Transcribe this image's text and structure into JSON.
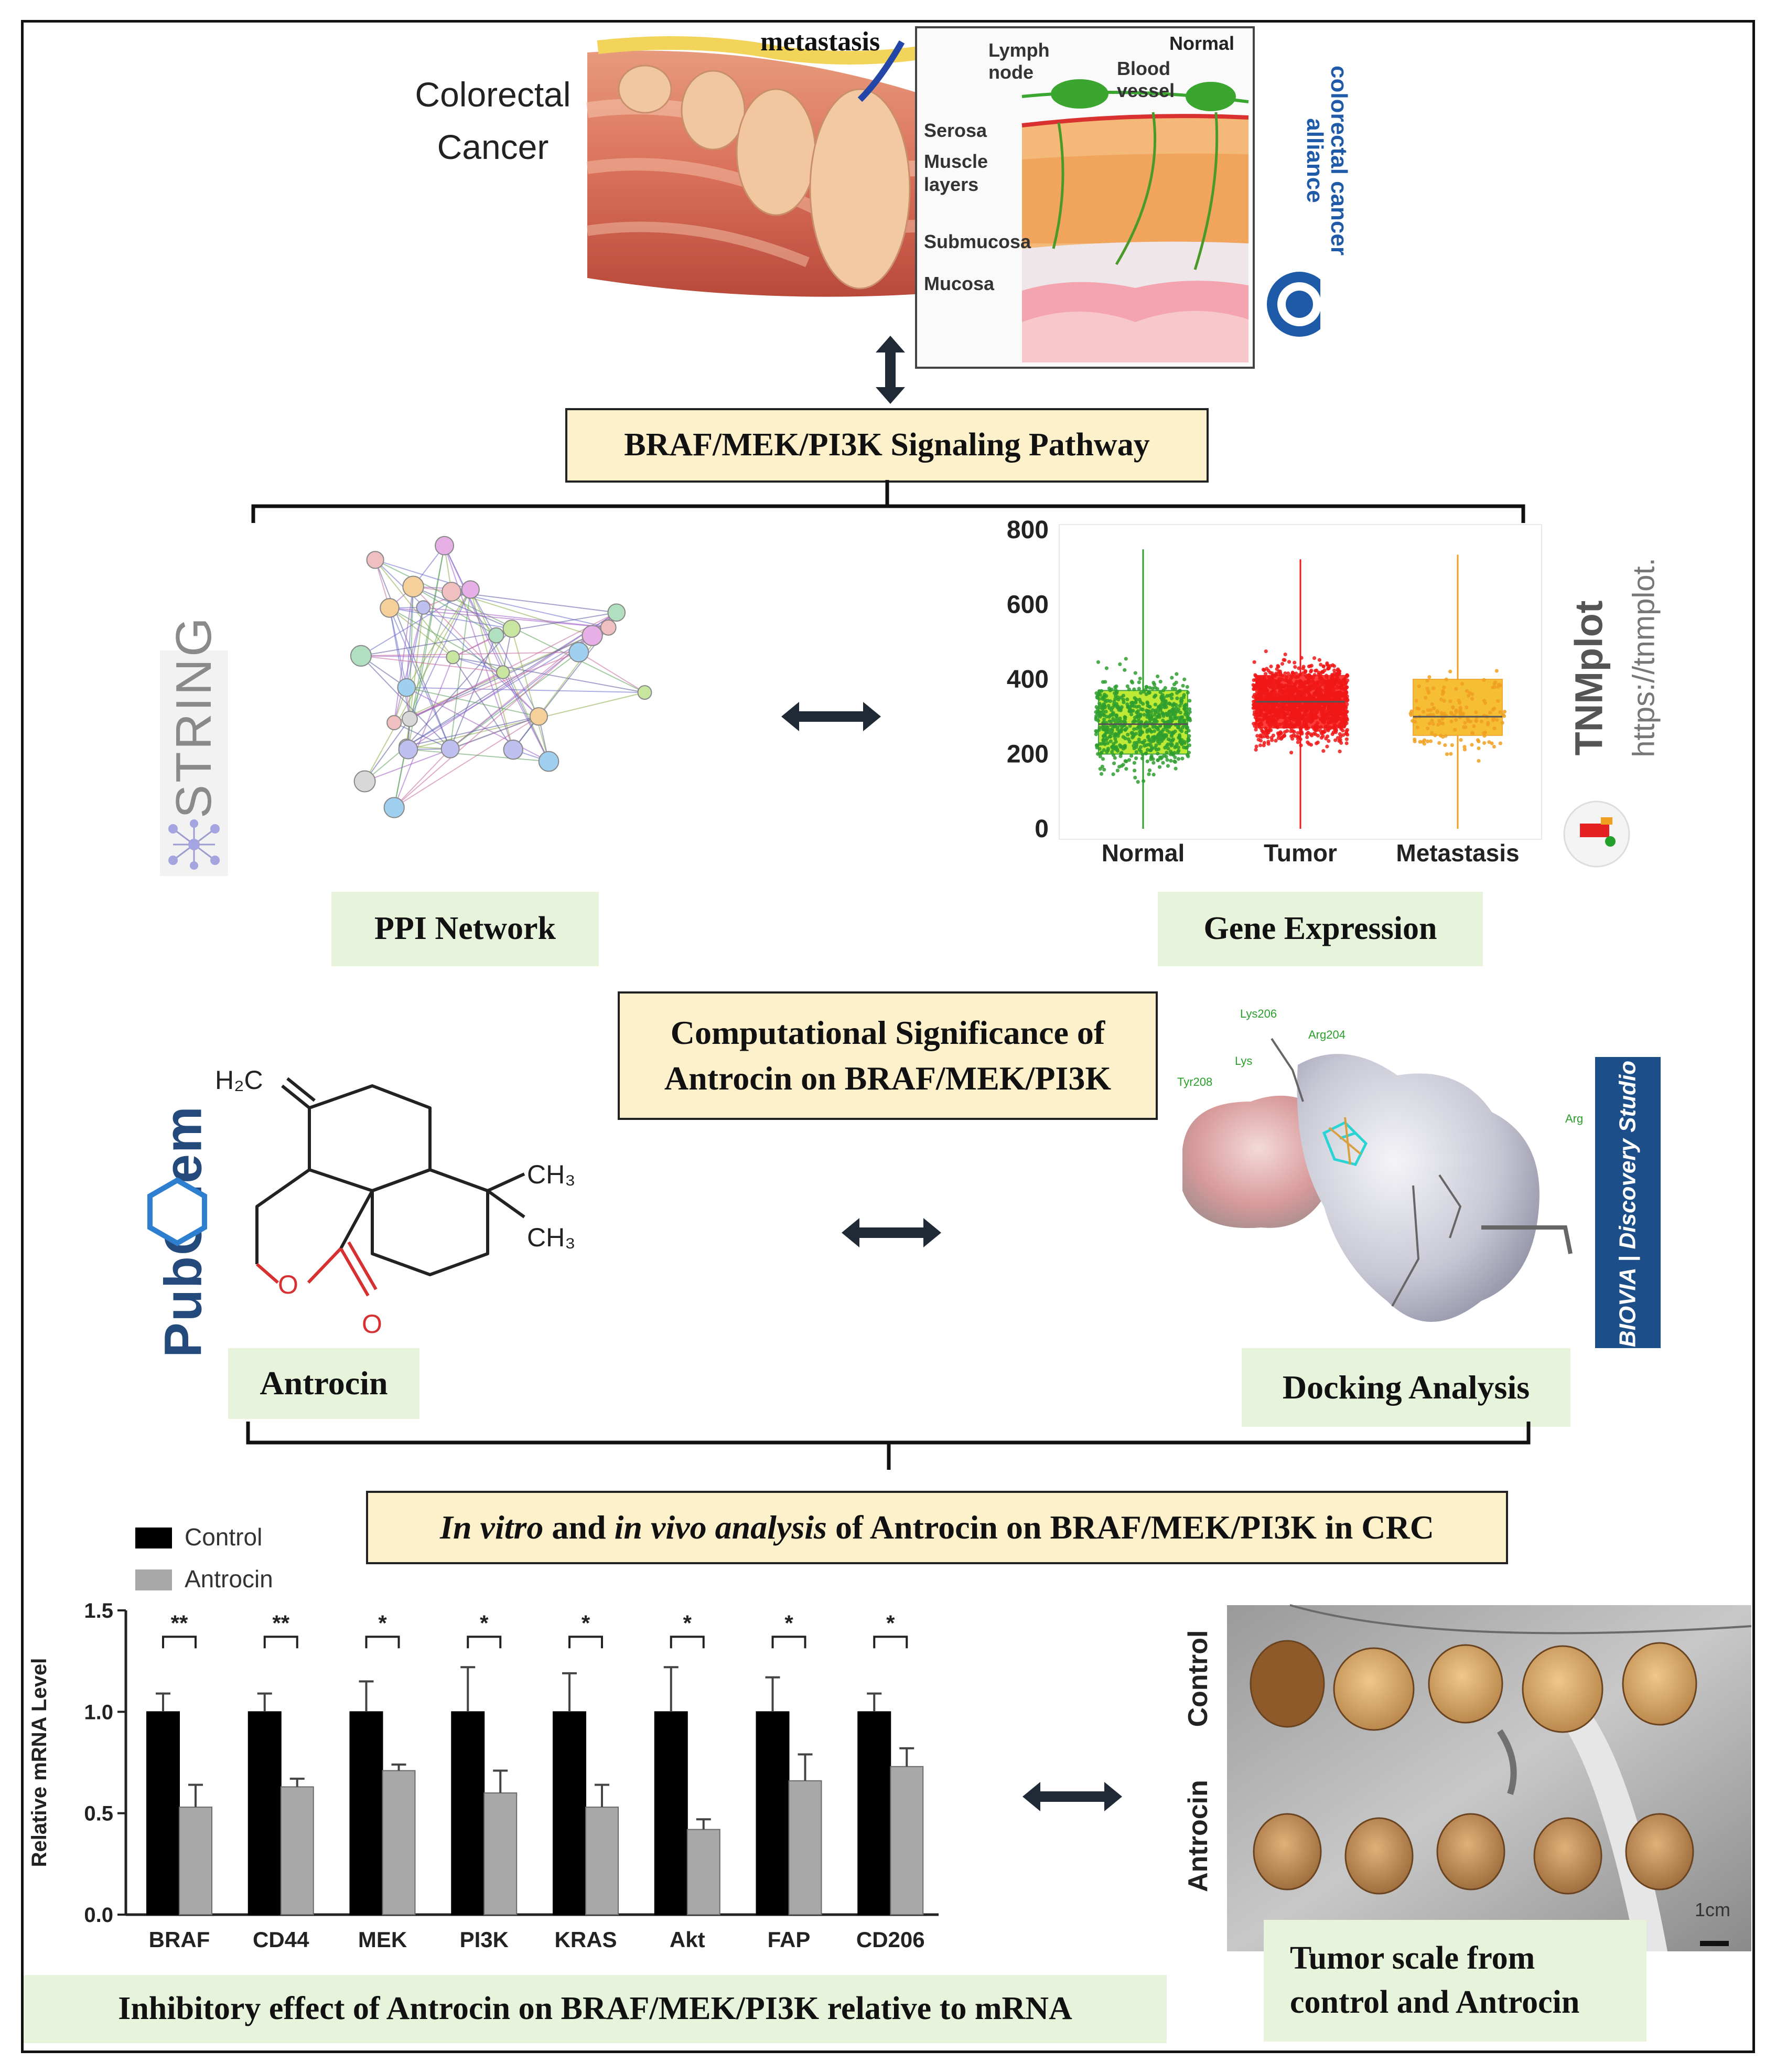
{
  "top": {
    "crc_title_line1": "Colorectal",
    "crc_title_line2": "Cancer",
    "metastasis": "metastasis",
    "layers": {
      "normal": "Normal",
      "lymph_node_l1": "Lymph",
      "lymph_node_l2": "node",
      "blood_vessel_l1": "Blood",
      "blood_vessel_l2": "vessel",
      "serosa": "Serosa",
      "muscle_l1": "Muscle",
      "muscle_l2": "layers",
      "submucosa": "Submucosa",
      "mucosa": "Mucosa"
    },
    "alliance_logo_text": "colorectal cancer alliance"
  },
  "pathway_label": "BRAF/MEK/PI3K Signaling Pathway",
  "ppi": {
    "logo_text": "STRING",
    "label": "PPI Network"
  },
  "gene_expression": {
    "label": "Gene Expression",
    "tnmplot_logo": "TNMplot",
    "tnmplot_url": "https://tnmplot.",
    "chart_data": {
      "type": "scatter",
      "categories": [
        "Normal",
        "Tumor",
        "Metastasis"
      ],
      "y_ticks": [
        0,
        200,
        400,
        600,
        800
      ],
      "ylim": [
        0,
        800
      ],
      "colors": [
        "#2e9e2e",
        "#f01818",
        "#f0a020"
      ],
      "box_fill": [
        "#b8e820",
        "#ff2a2a",
        "#f5b820"
      ],
      "medians": [
        280,
        340,
        300
      ],
      "q1": [
        200,
        270,
        250
      ],
      "q3": [
        370,
        410,
        400
      ]
    }
  },
  "compound": {
    "logo_text": "PubChem",
    "label": "Antrocin",
    "atoms": {
      "h2c": "H₂C",
      "ch3_a": "CH₃",
      "ch3_b": "CH₃",
      "o_ring": "O",
      "o_carbonyl": "O"
    }
  },
  "center_label_line1": "Computational Significance of",
  "center_label_line2": "Antrocin on BRAF/MEK/PI3K",
  "docking": {
    "label": "Docking Analysis",
    "logo_text": "BIOVIA | Discovery Studio",
    "residues": [
      "Lys206",
      "Arg204",
      "Tyr208",
      "Lys",
      "Arg"
    ]
  },
  "invitro_label": {
    "it1": "In vitro",
    "t1": " and ",
    "it2": "in vivo analysis",
    "t2": " of Antrocin on BRAF/MEK/PI3K in CRC"
  },
  "mrna": {
    "label": "Inhibitory effect of Antrocin on BRAF/MEK/PI3K relative to mRNA",
    "chart_data": {
      "type": "bar",
      "categories": [
        "BRAF",
        "CD44",
        "MEK",
        "PI3K",
        "KRAS",
        "Akt",
        "FAP",
        "CD206"
      ],
      "series": [
        {
          "name": "Control",
          "values": [
            1.0,
            1.0,
            1.0,
            1.0,
            1.0,
            1.0,
            1.0,
            1.0
          ],
          "errors": [
            0.09,
            0.09,
            0.15,
            0.22,
            0.19,
            0.22,
            0.17,
            0.09
          ]
        },
        {
          "name": "Antrocin",
          "values": [
            0.53,
            0.63,
            0.71,
            0.6,
            0.53,
            0.42,
            0.66,
            0.73
          ],
          "errors": [
            0.11,
            0.04,
            0.03,
            0.11,
            0.11,
            0.05,
            0.13,
            0.09
          ]
        }
      ],
      "significance": [
        "**",
        "**",
        "*",
        "*",
        "*",
        "*",
        "*",
        "*"
      ],
      "ylabel": "Relative mRNA Level",
      "ylim": [
        0,
        1.5
      ],
      "y_ticks": [
        "0.0",
        "0.5",
        "1.0",
        "1.5"
      ],
      "colors": {
        "control": "#000000",
        "antrocin": "#a8a8a8"
      },
      "legend": "top-left"
    }
  },
  "tumor": {
    "label_line1": "Tumor scale from",
    "label_line2": "control and Antrocin",
    "row_control": "Control",
    "row_antrocin": "Antrocin",
    "scale": "1cm"
  }
}
